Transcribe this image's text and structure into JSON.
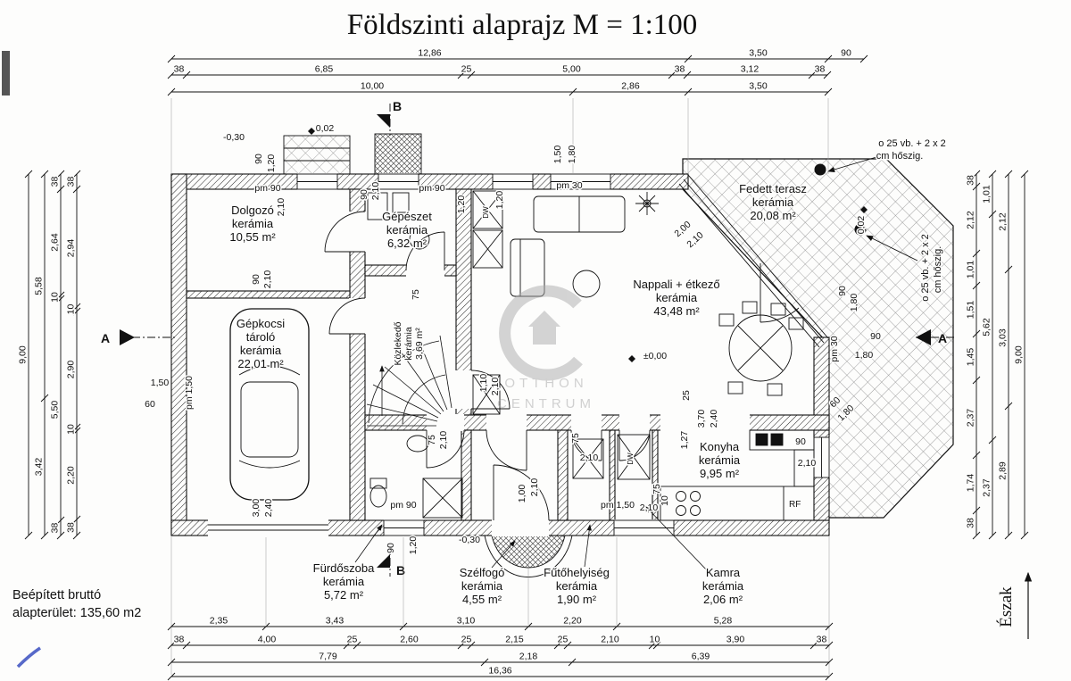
{
  "title": "Földszinti alaprajz M = 1:100",
  "footer": {
    "line1": "Beépített bruttó",
    "line2": "alapterület:  135,60 m2"
  },
  "watermark": {
    "line1": "OTTHON",
    "line2": "CENTRUM"
  },
  "annotations": {
    "insul1": "o 25 vb. + 2 x 2",
    "insul2": "cm hőszig.",
    "section_a": "A",
    "section_b": "B",
    "north": "Észak",
    "rf": "RF",
    "dw": "DW"
  },
  "rooms": [
    {
      "name": "Dolgozó",
      "material": "kerámia",
      "area": "10,55 m²"
    },
    {
      "name": "Gépészet",
      "material": "kerámia",
      "area": "6,32 m²"
    },
    {
      "name": "Fedett terasz",
      "material": "kerámia",
      "area": "20,08 m²"
    },
    {
      "name": "Nappali + étkező",
      "material": "kerámia",
      "area": "43,48 m²"
    },
    {
      "name": "Gépkocsi",
      "name2": "tároló",
      "material": "kerámia",
      "area": "22,01 m²"
    },
    {
      "name": "Közlekedő",
      "material": "kerámia",
      "area": "3,69 m²"
    },
    {
      "name": "Konyha",
      "material": "kerámia",
      "area": "9,95 m²"
    },
    {
      "name": "Fürdőszoba",
      "material": "kerámia",
      "area": "5,72 m²"
    },
    {
      "name": "Szélfogó",
      "material": "kerámia",
      "area": "4,55 m²"
    },
    {
      "name": "Fűtőhelyiség",
      "material": "kerámia",
      "area": "1,90 m²"
    },
    {
      "name": "Kamra",
      "material": "kerámia",
      "area": "2,06 m²"
    }
  ],
  "dims": {
    "top1": [
      "12,86",
      "3,50",
      "90"
    ],
    "top2": [
      "38",
      "6,85",
      "25",
      "5,00",
      "38",
      "3,12",
      "38"
    ],
    "top3": [
      "10,00",
      "2,86",
      "3,50"
    ],
    "bottom1": [
      "2,35",
      "3,43",
      "3,10",
      "2,20",
      "5,28"
    ],
    "bottom2": [
      "38",
      "4,00",
      "25",
      "2,60",
      "25",
      "2,15",
      "25",
      "2,10",
      "10",
      "3,90",
      "38"
    ],
    "bottom3": [
      "7,79",
      "2,18",
      "6,39"
    ],
    "bottom4": [
      "16,36"
    ],
    "left1": [
      "9,00"
    ],
    "left2": [
      "5,58",
      "3,42"
    ],
    "left3": [
      "38",
      "2,64",
      "10",
      "5,50",
      "38"
    ],
    "left4": [
      "38",
      "2,94",
      "10",
      "2,90",
      "10",
      "2,20",
      "38"
    ],
    "right1": [
      "38",
      "2,12",
      "1,01",
      "1,51",
      "1,45",
      "2,37",
      "1,74",
      "38"
    ],
    "right2": [
      "1,01",
      "5,62",
      "2,37"
    ],
    "right3": [
      "2,12",
      "3,03",
      "2,89"
    ],
    "right4": [
      "9,00"
    ],
    "interior": [
      "90",
      "1,20",
      "pm 90",
      "2,10",
      "90",
      "2,10",
      "pm 90",
      "1,20",
      "1,20",
      "1,50",
      "1,80",
      "pm 30",
      "2,00",
      "2,10",
      "±0,00",
      "90",
      "2,10",
      "75",
      "1,50",
      "60",
      "pm 1,50",
      "1,10",
      "2,10",
      "75",
      "2,10",
      "3,00",
      "2,40",
      "pm 90",
      "90",
      "1,20",
      "-0,30",
      "1,00",
      "2,10",
      "75",
      "2,10",
      "pm 1,50",
      "2,10",
      "75",
      "10",
      "25",
      "3,70",
      "2,40",
      "1,27",
      "90",
      "2,10",
      "90",
      "1,80",
      "pm 30",
      "90",
      "1,80",
      "60",
      "1,80",
      "-0,30",
      "0,02",
      "0,02"
    ]
  }
}
